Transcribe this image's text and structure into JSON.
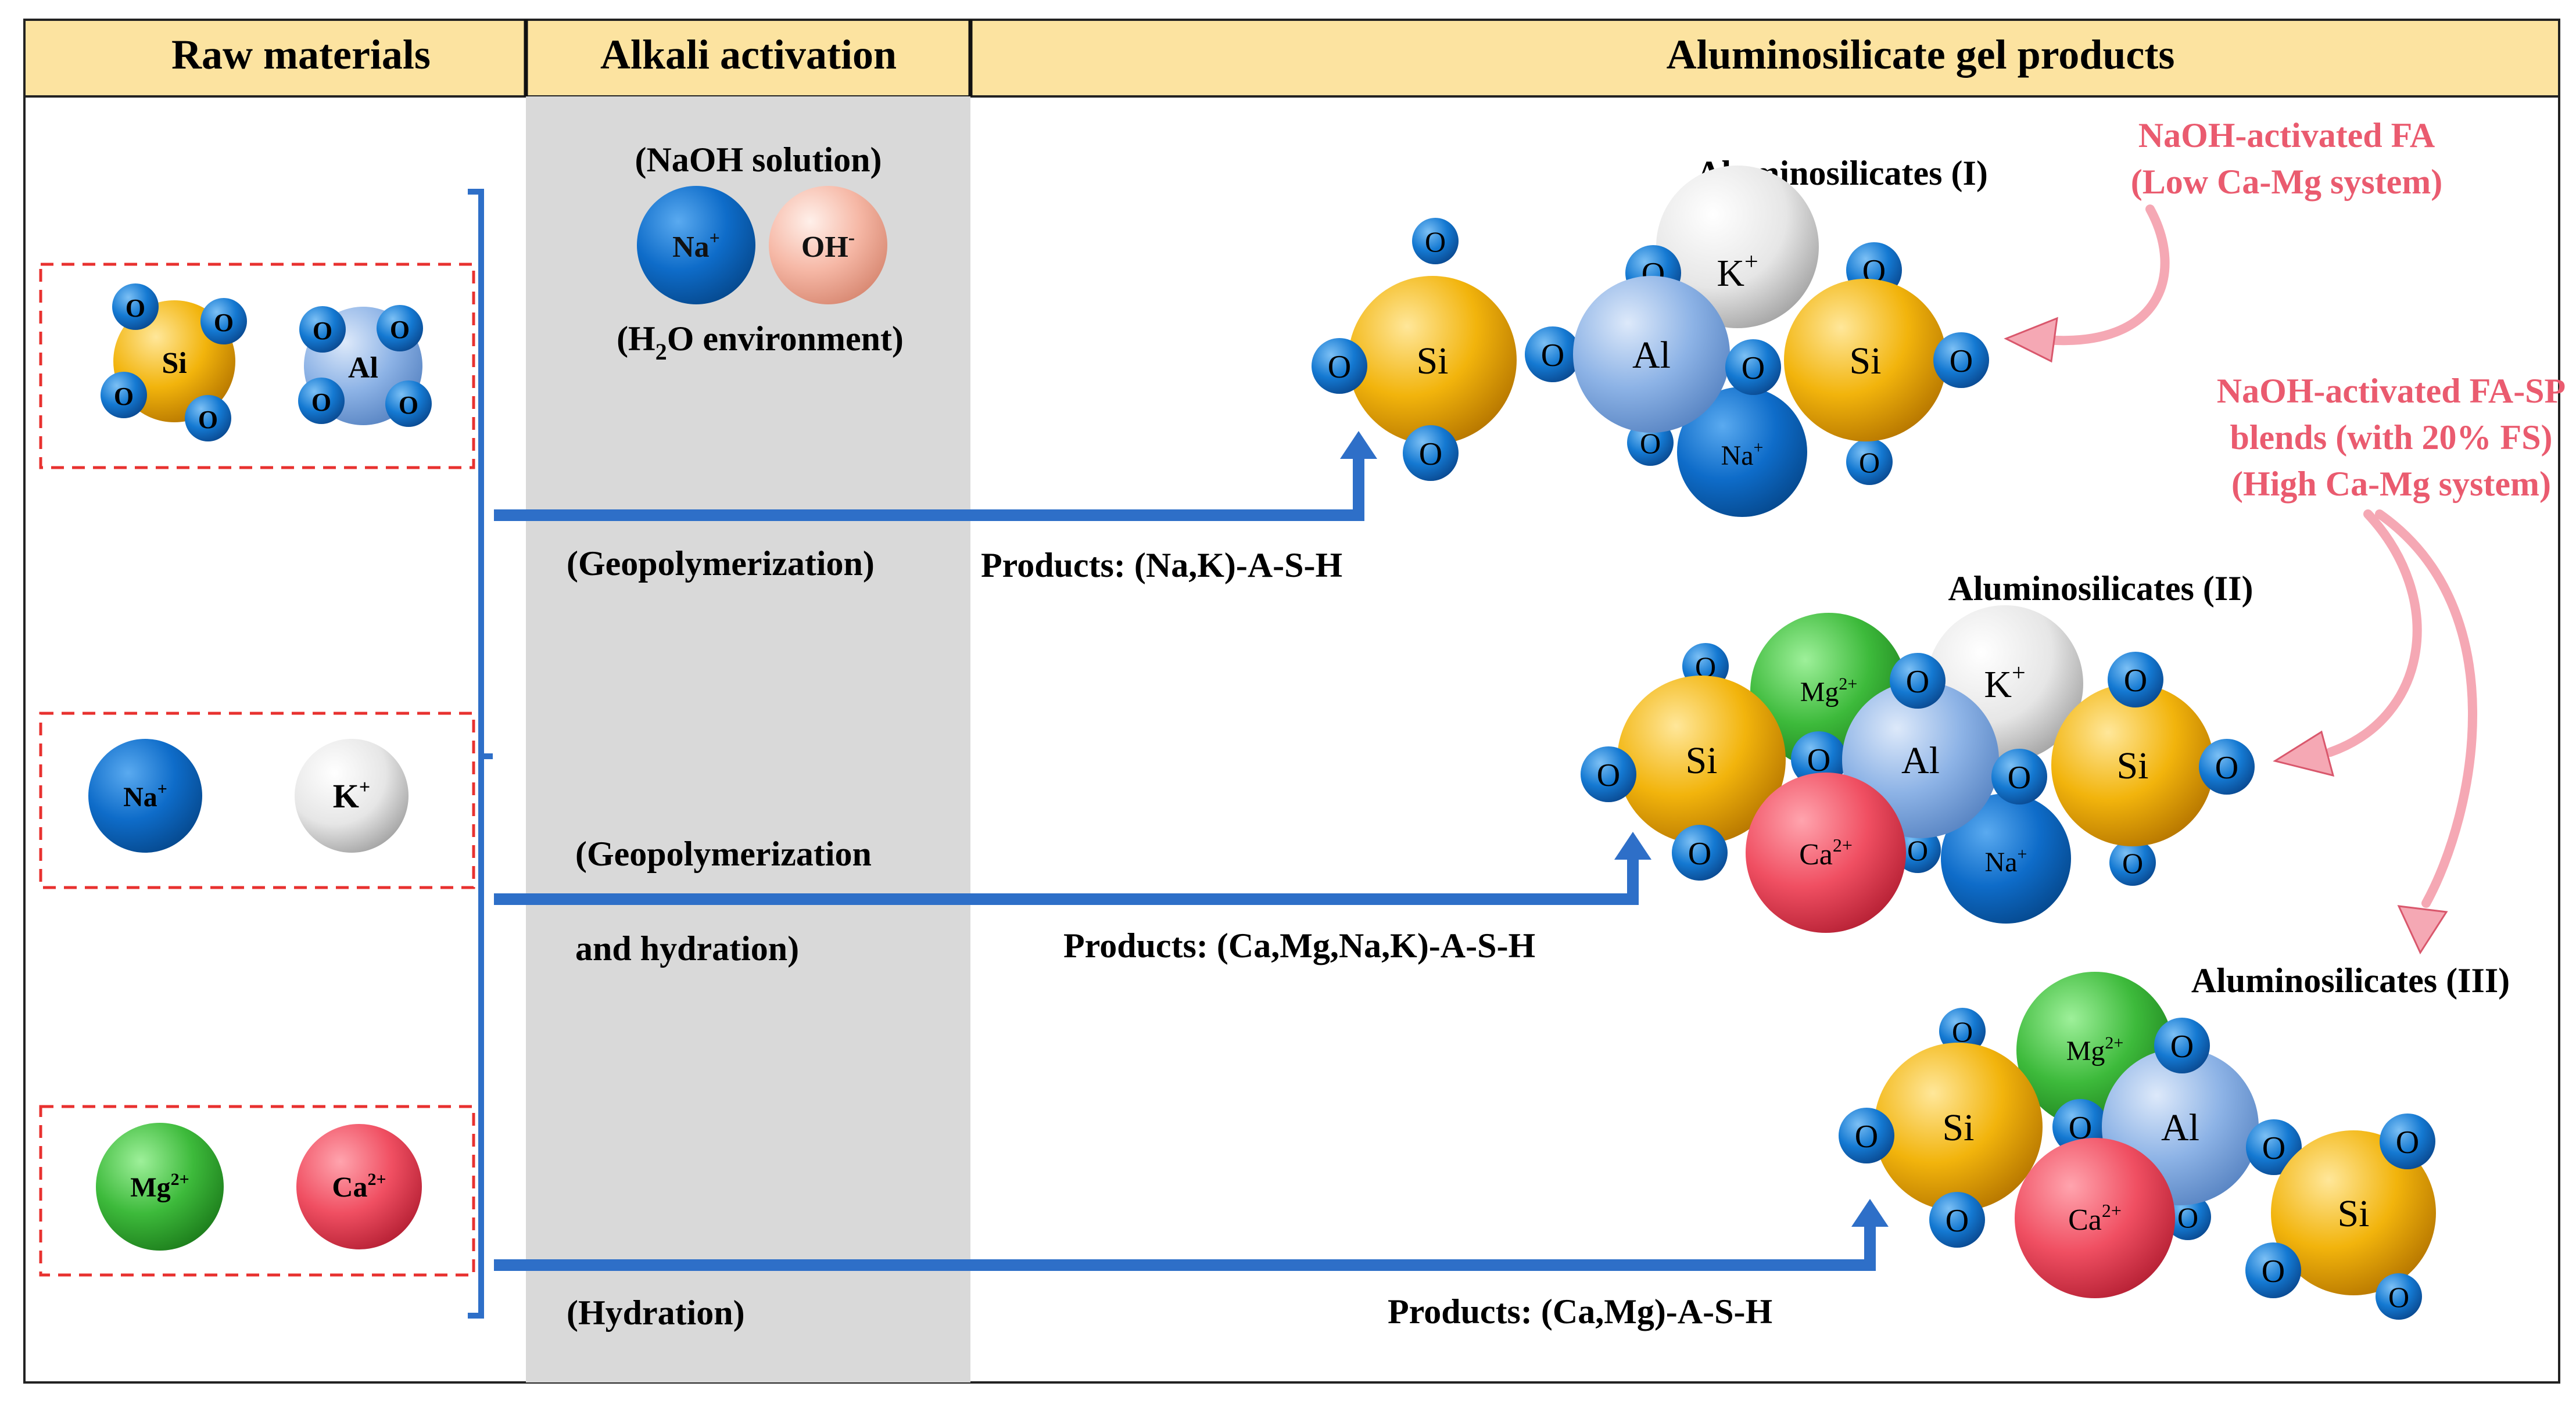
{
  "header": {
    "raw_materials": "Raw materials",
    "alkali_activation": "Alkali activation",
    "gel_products": "Aluminosilicate gel products"
  },
  "activation": {
    "naoh_solution": "(NaOH solution)",
    "environment_pre": "(H",
    "environment_sub": "2",
    "environment_post": "O  environment)"
  },
  "atoms": {
    "si": "Si",
    "al": "Al",
    "o": "O",
    "na": "Na",
    "k": "K",
    "mg": "Mg",
    "ca": "Ca",
    "oh": "OH",
    "plus": "+",
    "minus": "-",
    "two_plus": "2+"
  },
  "processes": {
    "geopolymerization": "(Geopolymerization)",
    "geo_hyd_line1": "(Geopolymerization",
    "geo_hyd_line2": "and hydration)",
    "hydration": "(Hydration)"
  },
  "products": {
    "p1": "Products: (Na,K)-A-S-H",
    "p2": "Products: (Ca,Mg,Na,K)-A-S-H",
    "p3": "Products: (Ca,Mg)-A-S-H"
  },
  "aluminosilicates": {
    "a1": "Aluminosilicates (I)",
    "a2": "Aluminosilicates (II)",
    "a3": "Aluminosilicates (III)"
  },
  "annotations": {
    "fa_line1": "NaOH-activated FA",
    "fa_line2": "(Low Ca-Mg system)",
    "fasp_line1": "NaOH-activated FA-SP",
    "fasp_line2": "blends (with 20% FS)",
    "fasp_line3": "(High Ca-Mg system)"
  },
  "colors": {
    "header_fill": "#FCE3A0",
    "activation_band": "#D9D9D9",
    "arrow_blue": "#2E6FC8",
    "annotation_pink": "#EA5B6F",
    "dashed_red": "#E8312F",
    "si_gold": "#F2B40C",
    "al_lightblue": "#8DB3E6",
    "o_blue": "#1479D2",
    "na_blue": "#0E6CC9",
    "k_gray": "#E6E6E6",
    "mg_green": "#3DBA3B",
    "ca_red": "#F04F62",
    "oh_peach": "#F6B8A6"
  }
}
